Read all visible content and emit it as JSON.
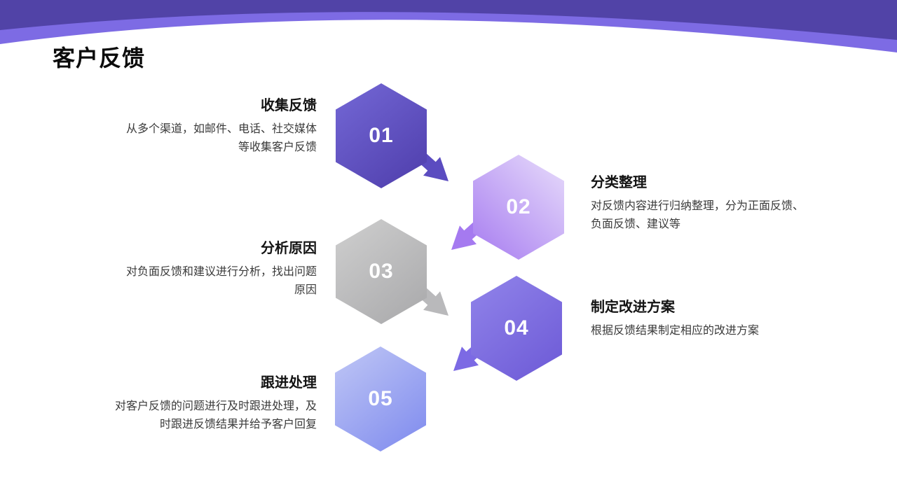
{
  "slide": {
    "title": "客户反馈",
    "theme": {
      "banner_dark": "#5143a7",
      "banner_light": "#7d6be4",
      "title_color": "#0b0b0b",
      "body_text_color": "#3a3a3a",
      "number_text_color": "#ffffff"
    },
    "steps": [
      {
        "number": "01",
        "title": "收集反馈",
        "description": "从多个渠道，如邮件、电话、社交媒体等收集客户反馈",
        "hex_colors": [
          "#7468d6",
          "#4e3dab"
        ],
        "arrow": "down-right",
        "arrow_color": "#5b4cc0"
      },
      {
        "number": "02",
        "title": "分类整理",
        "description": "对反馈内容进行归纳整理，分为正面反馈、负面反馈、建议等",
        "hex_colors": [
          "#e8ddfb",
          "#a67bf0"
        ],
        "arrow": "down-left",
        "arrow_color": "#a57af0"
      },
      {
        "number": "03",
        "title": "分析原因",
        "description": "对负面反馈和建议进行分析，找出问题原因",
        "hex_colors": [
          "#cfcfcf",
          "#a8a8aa"
        ],
        "arrow": "down-right",
        "arrow_color": "#b9b9bb"
      },
      {
        "number": "04",
        "title": "制定改进方案",
        "description": "根据反馈结果制定相应的改进方案",
        "hex_colors": [
          "#9184ea",
          "#6c59d6"
        ],
        "arrow": "down-left",
        "arrow_color": "#7c6ae4"
      },
      {
        "number": "05",
        "title": "跟进处理",
        "description": "对客户反馈的问题进行及时跟进处理，及时跟进反馈结果并给予客户回复",
        "hex_colors": [
          "#c0c7f5",
          "#7e8aee"
        ],
        "arrow": "none",
        "arrow_color": ""
      }
    ]
  }
}
